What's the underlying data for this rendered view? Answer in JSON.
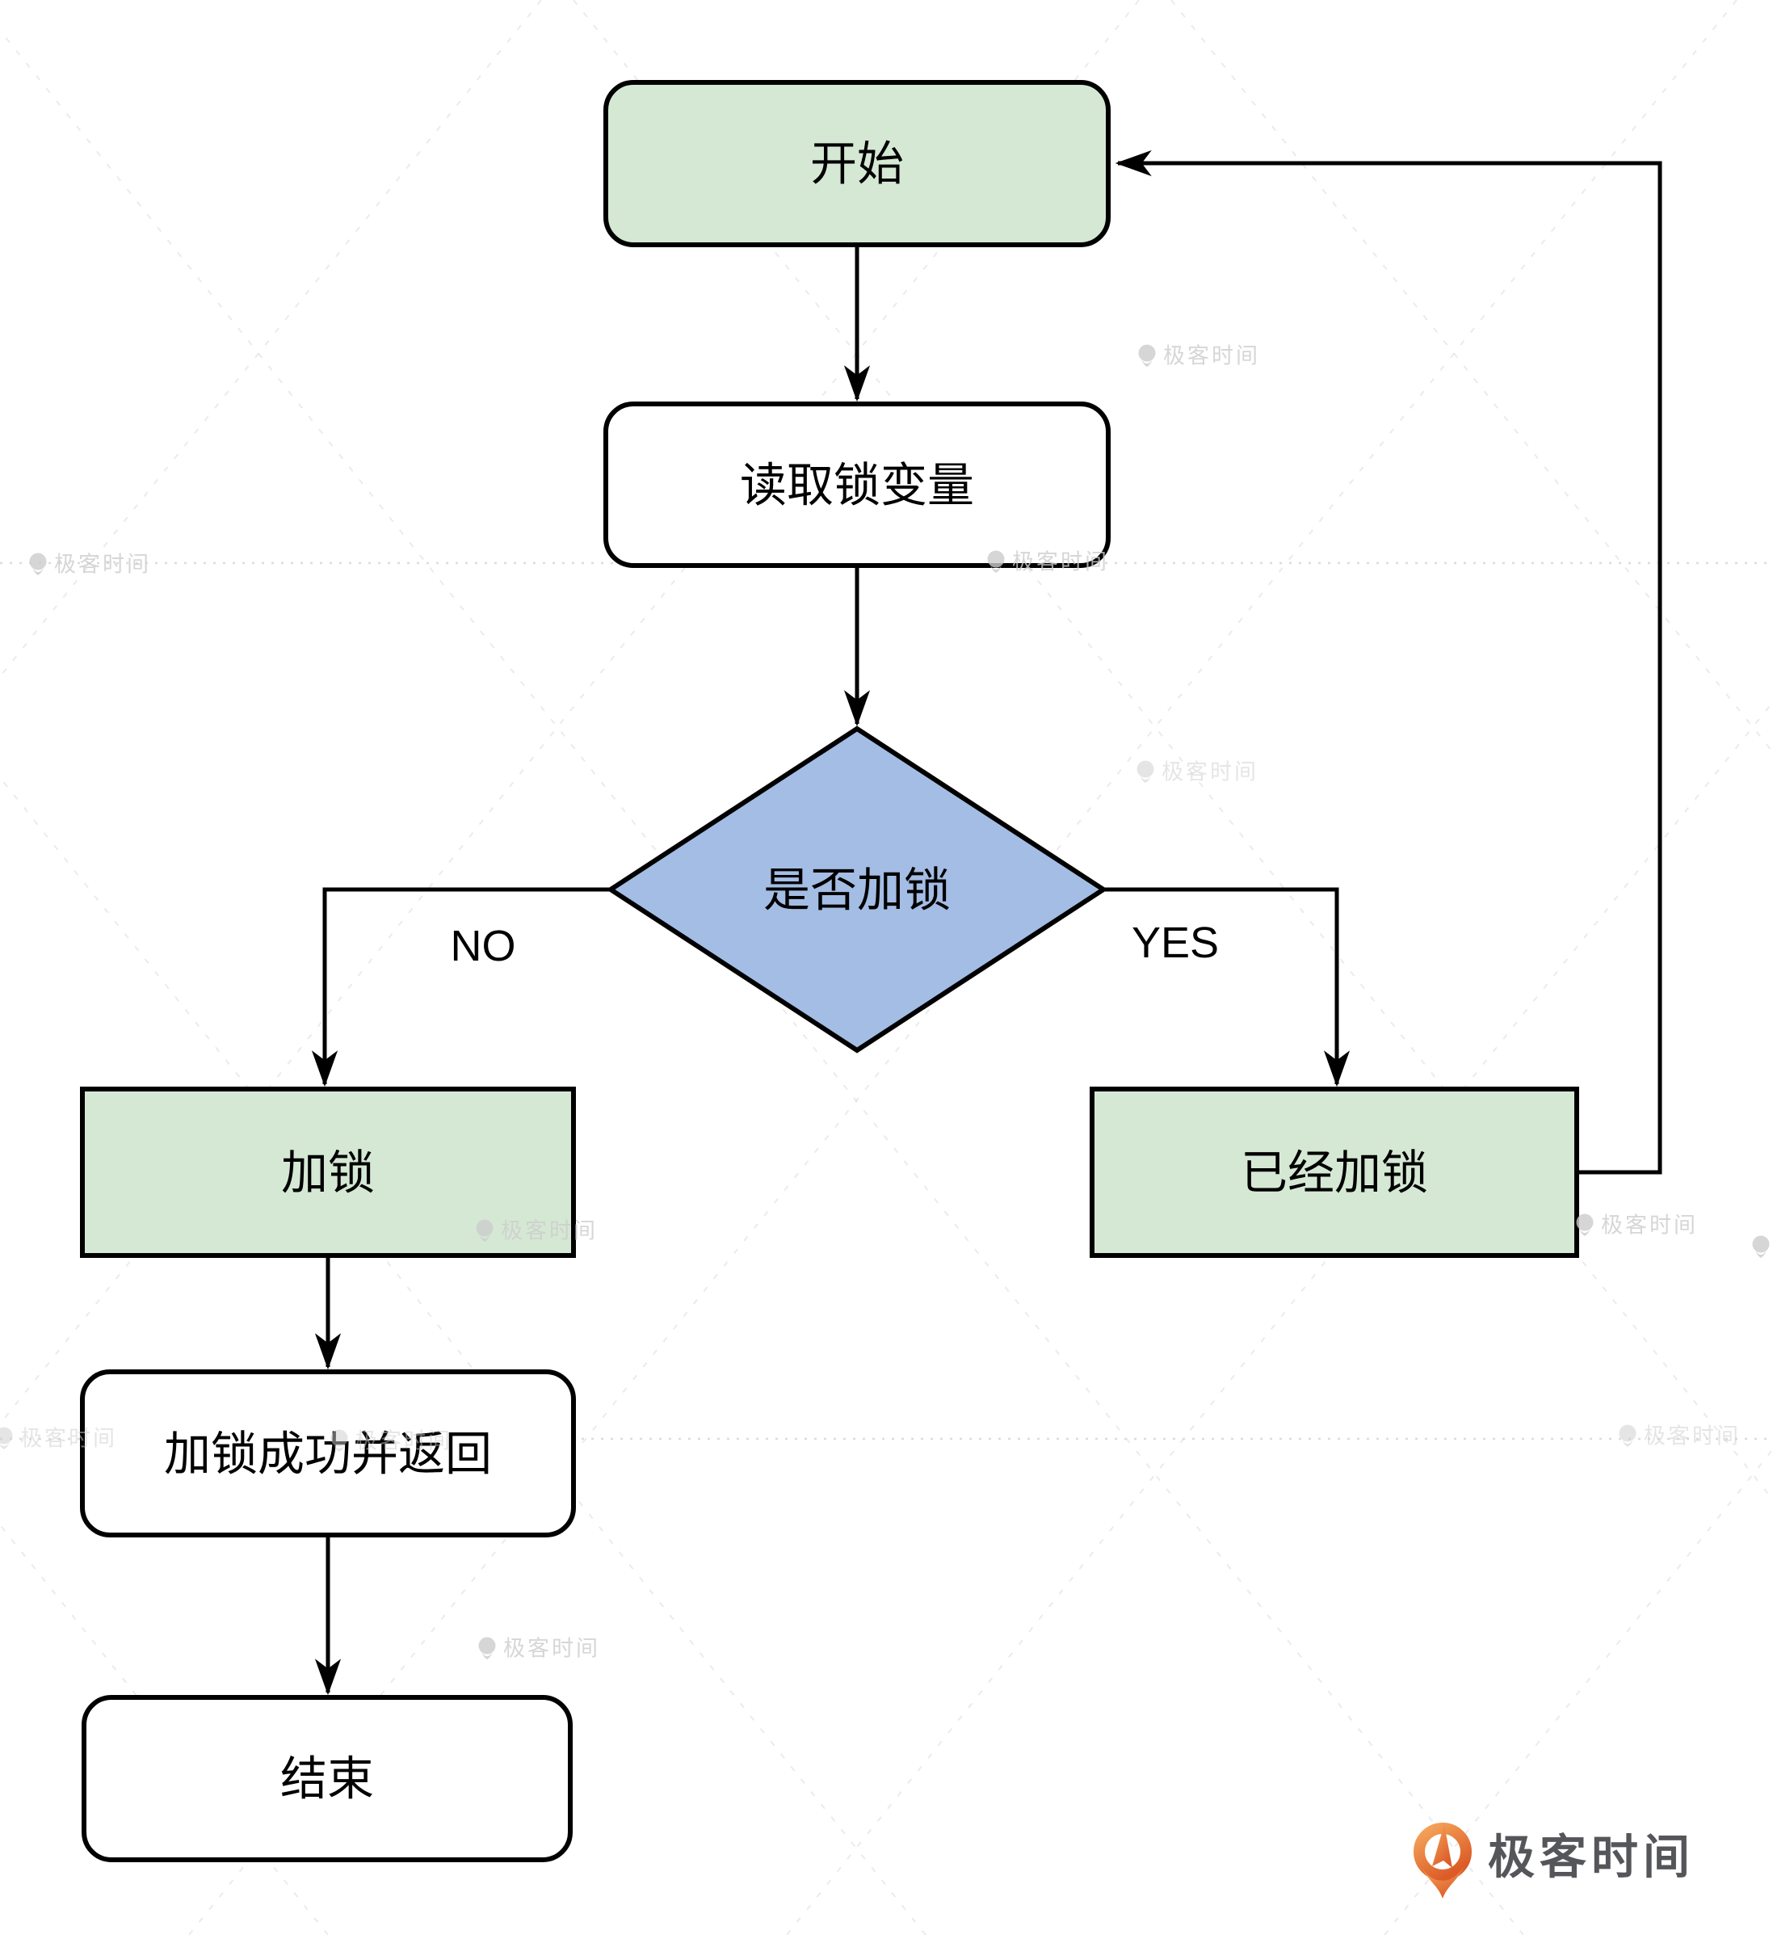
{
  "diagram": {
    "nodes": {
      "start": {
        "label": "开始"
      },
      "read": {
        "label": "读取锁变量"
      },
      "decision": {
        "label": "是否加锁"
      },
      "lock": {
        "label": "加锁"
      },
      "already": {
        "label": "已经加锁"
      },
      "success": {
        "label": "加锁成功并返回"
      },
      "end": {
        "label": "结束"
      }
    },
    "edge_labels": {
      "no": "NO",
      "yes": "YES"
    }
  },
  "watermark": {
    "text": "极客时间"
  },
  "logo": {
    "text": "极客时间"
  },
  "colors": {
    "node_green": "#d5e8d4",
    "node_blue": "#a4bde4",
    "node_white": "#ffffff",
    "border": "#000000",
    "watermark_gray": "#cdcdcd",
    "logo_orange_start": "#f6a75c",
    "logo_orange_end": "#dc5c28",
    "logo_text_gray": "#55565a"
  }
}
